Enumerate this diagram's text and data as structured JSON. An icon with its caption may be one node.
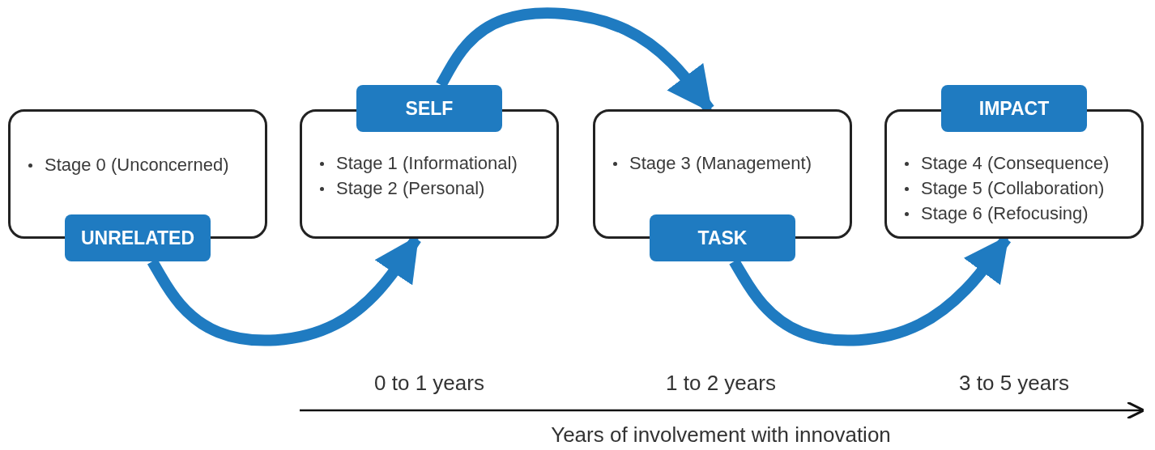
{
  "diagram": {
    "nodes": [
      {
        "text": [
          "Stage 0 (Unconcerned)"
        ]
      },
      {
        "text": [
          "UNRELATED"
        ]
      },
      {
        "text": [
          "SELF"
        ]
      },
      {
        "text": [
          "Stage 1 (Informational)",
          "Stage 2 (Personal)"
        ]
      },
      {
        "text": [
          "Stage 3 (Management)"
        ]
      },
      {
        "text": [
          "TASK"
        ]
      },
      {
        "text": [
          "IMPACT"
        ]
      },
      {
        "text": [
          "Stage 4 (Consequence)",
          "Stage 5 (Collaboration)",
          "Stage 6 (Refocusing)"
        ]
      }
    ],
    "edges": [
      {
        "from": 1,
        "to": 3,
        "arrow": "to"
      },
      {
        "from": 2,
        "to": 4,
        "arrow": "to"
      },
      {
        "from": 5,
        "to": 7,
        "arrow": "to"
      }
    ],
    "labels": [
      "0 to 1 years",
      "1 to 2 years",
      "3 to 5 years",
      "Years of involvement with innovation"
    ]
  }
}
